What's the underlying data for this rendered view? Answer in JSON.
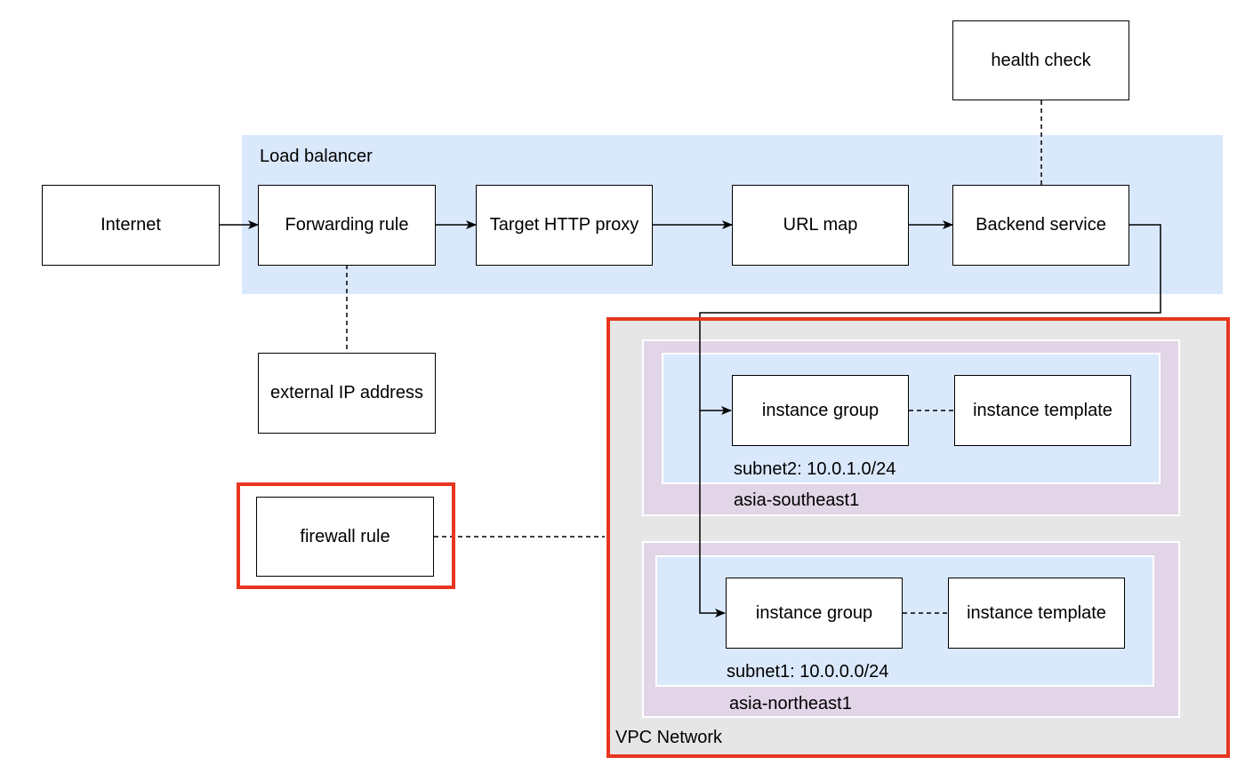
{
  "colors": {
    "load_balancer_fill": "#dae8fc",
    "vpc_fill": "#e6e6e6",
    "region_fill": "#e1d5e7",
    "subnet_fill": "#dae8fc",
    "highlight_border": "#e8361f",
    "line": "#000000"
  },
  "nodes": {
    "internet": "Internet",
    "forwarding_rule": "Forwarding rule",
    "target_http_proxy": "Target HTTP proxy",
    "url_map": "URL map",
    "backend_service": "Backend service",
    "health_check": "health check",
    "external_ip": "external IP address",
    "firewall_rule": "firewall rule",
    "instance_group_southeast": "instance group",
    "instance_template_southeast": "instance template",
    "instance_group_northeast": "instance group",
    "instance_template_northeast": "instance template"
  },
  "groups": {
    "load_balancer": "Load balancer",
    "vpc_network": "VPC Network",
    "region_southeast": "asia-southeast1",
    "subnet_southeast": "subnet2: 10.0.1.0/24",
    "region_northeast": "asia-northeast1",
    "subnet_northeast": "subnet1: 10.0.0.0/24"
  }
}
